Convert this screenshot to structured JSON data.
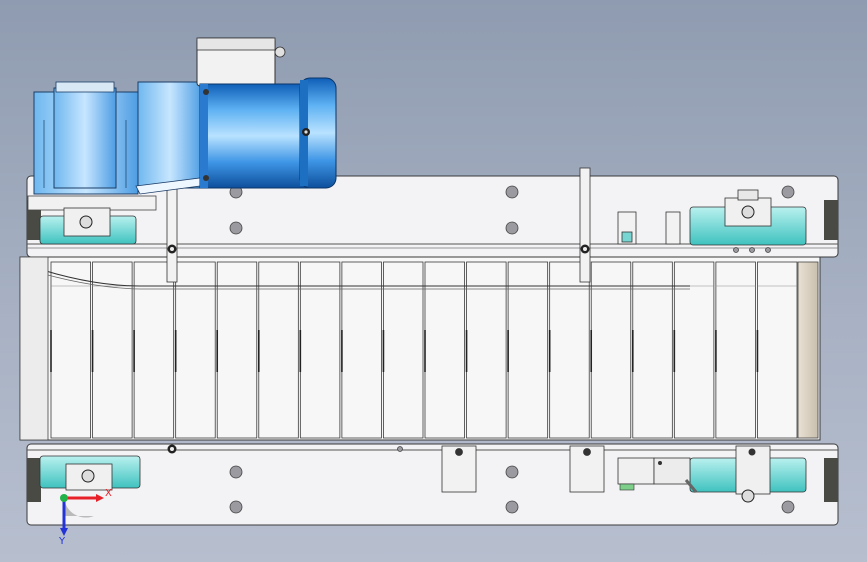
{
  "viewport": {
    "background_top": "#8f9bb0",
    "background_bottom": "#b7bfcf"
  },
  "triad": {
    "x_label": "X",
    "y_label": "Y",
    "x_color": "#e8202a",
    "y_color": "#2333d8",
    "origin_color": "#22b24a"
  },
  "model": {
    "frame_color": "#f2f2f4",
    "edge_color": "#3a3a3a",
    "motor_color": "#1e7fd6",
    "bearing_color": "#5bd2d0",
    "chain_plate_count": 18
  }
}
